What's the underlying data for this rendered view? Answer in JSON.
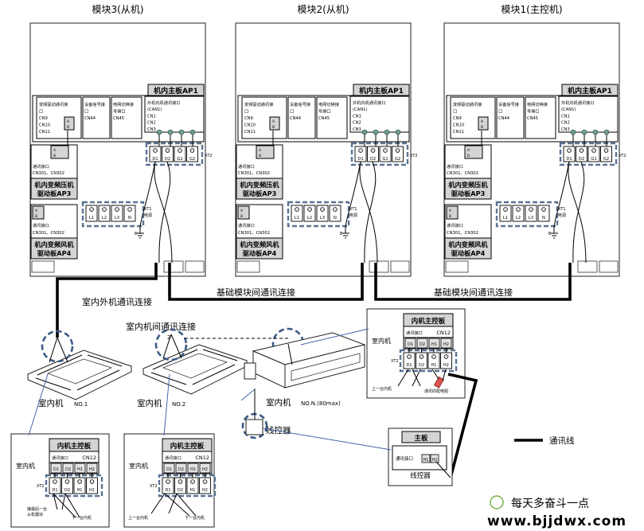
{
  "outdoor_units": [
    {
      "title": "模块3(从机)",
      "ap1": "机内主板AP1",
      "ports_box": [
        "外机内机通讯接口",
        "(CAN1)",
        "CN1",
        "CN2",
        "CN3"
      ],
      "comm_box": [
        "变频驱动通讯接",
        "口",
        "CN9",
        "CN10",
        "CN11"
      ],
      "device_box": [
        "设备信号接",
        "口",
        "CN44"
      ],
      "power_box": [
        "电网切换接",
        "号接口",
        "CN45"
      ],
      "ap3_ports": "通讯接口",
      "ap3_cn": "CN301、CN302",
      "ap3_name": [
        "机内变频压机",
        "驱动板AP3"
      ],
      "ap4_ports": "通讯接口",
      "ap4_cn": "CN301、CN302",
      "ap4_name": [
        "机内变频风机",
        "驱动板AP4"
      ],
      "xt2": [
        "D1",
        "D2",
        "G1",
        "G2"
      ],
      "xt1": [
        "L1",
        "L2",
        "L3",
        "N"
      ]
    },
    {
      "title": "模块2(从机)",
      "ap1": "机内主板AP1",
      "ports_box": [
        "外机内机通讯接口",
        "(CAN1)",
        "CN1",
        "CN2",
        "CN3"
      ],
      "comm_box": [
        "变频驱动通讯接",
        "口",
        "CN9",
        "CN10",
        "CN11"
      ],
      "device_box": [
        "设备信号接",
        "口",
        "CN44"
      ],
      "power_box": [
        "电网切换接",
        "号接口",
        "CN45"
      ],
      "ap3_ports": "通讯接口",
      "ap3_cn": "CN301、CN302",
      "ap3_name": [
        "机内变频压机",
        "驱动板AP3"
      ],
      "ap4_ports": "通讯接口",
      "ap4_cn": "CN301、CN302",
      "ap4_name": [
        "机内变频风机",
        "驱动板AP4"
      ],
      "xt2": [
        "D1",
        "D2",
        "G1",
        "G2"
      ],
      "xt1": [
        "L1",
        "L2",
        "L3",
        "N"
      ]
    },
    {
      "title": "模块1(主控机)",
      "ap1": "机内主板AP1",
      "ports_box": [
        "外机内机通讯接口",
        "(CAN1)",
        "CN1",
        "CN2",
        "CN3"
      ],
      "comm_box": [
        "变频驱动通讯接",
        "口",
        "CN9",
        "CN10",
        "CN11"
      ],
      "device_box": [
        "设备信号接",
        "口",
        "CN44"
      ],
      "power_box": [
        "电网切换接",
        "号接口",
        "CN45"
      ],
      "ap3_ports": "通讯接口",
      "ap3_cn": "CN301、CN302",
      "ap3_name": [
        "机内变频压机",
        "驱动板AP3"
      ],
      "ap4_ports": "通讯接口",
      "ap4_cn": "CN301、CN302",
      "ap4_name": [
        "机内变频风机",
        "驱动板AP4"
      ],
      "xt2": [
        "D1",
        "D2",
        "G1",
        "G2"
      ],
      "xt1": [
        "L1",
        "L2",
        "L3",
        "N"
      ]
    }
  ],
  "labels": {
    "ab_a": "A",
    "ab_b": "B",
    "xt2": "XT2",
    "xt1": "XT1",
    "xt1_sub": "电源",
    "earth": "E",
    "indoor_outdoor_comm": "室内外机通讯连接",
    "base_comm_left": "基础模块间通讯连接",
    "base_comm_right": "基础模块间通讯连接",
    "indoor_inter_comm": "室内机间通讯连接",
    "indoor_no1": "室内机",
    "indoor_no1_suffix": "NO.1",
    "indoor_no2": "室内机",
    "indoor_no2_suffix": "NO.2",
    "indoor_non": "室内机",
    "indoor_non_suffix": "NO.N.(80max)",
    "wired_controller": "线控器",
    "num2": "2",
    "legend": "通讯线"
  },
  "indoor_panel": {
    "title": "内机主控板",
    "comm_port": "通讯接口",
    "cn12": "CN12",
    "unit_label": "室内机",
    "xt2": "XT2",
    "top_terms": [
      "D1",
      "D2",
      "H1",
      "H2"
    ],
    "bottom_terms": [
      "D1",
      "D2",
      "H1",
      "H2"
    ],
    "left_note": [
      "接最后一台",
      "从机模块"
    ],
    "next_unit": "下一台内机",
    "prev_unit": "上一台内机",
    "resistor_note": "通讯匹配电阻"
  },
  "controller_board": {
    "title": "主板",
    "port": "通讯接口",
    "terms": [
      "H1",
      "H2"
    ],
    "caption": "线控器"
  },
  "watermark": {
    "brand": "每天多奋斗一点",
    "url": "www.bjjdwx.com"
  }
}
